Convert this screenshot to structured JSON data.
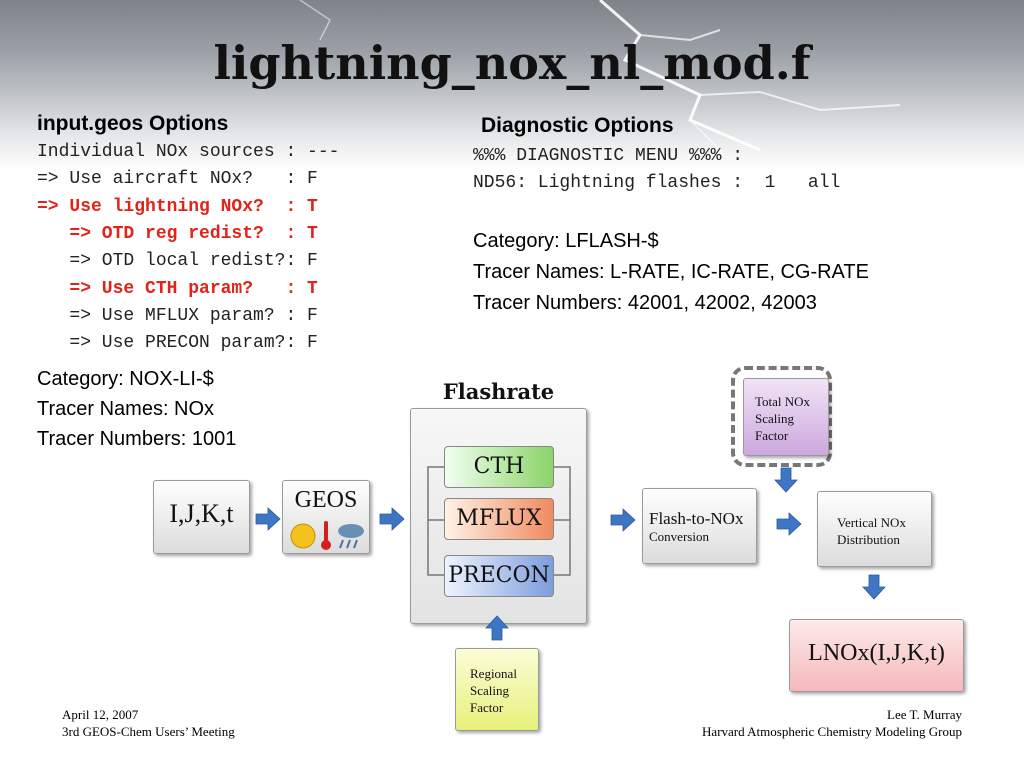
{
  "slide": {
    "title": "lightning_nox_nl_mod.f"
  },
  "input_options": {
    "heading": "input.geos Options",
    "lines": [
      {
        "text": "Individual NOx sources : ---",
        "highlight": false
      },
      {
        "text": "=> Use aircraft NOx?   : F",
        "highlight": false
      },
      {
        "text": "=> Use lightning NOx?  : T",
        "highlight": true
      },
      {
        "text": "   => OTD reg redist?  : T",
        "highlight": true
      },
      {
        "text": "   => OTD local redist?: F",
        "highlight": false
      },
      {
        "text": "   => Use CTH param?   : T",
        "highlight": true
      },
      {
        "text": "   => Use MFLUX param? : F",
        "highlight": false
      },
      {
        "text": "   => Use PRECON param?: F",
        "highlight": false
      }
    ],
    "category": "Category: NOX-LI-$",
    "tracer_names": "Tracer Names: NOx",
    "tracer_numbers": "Tracer Numbers: 1001"
  },
  "diagnostic_options": {
    "heading": "Diagnostic Options",
    "menu_line": "%%% DIAGNOSTIC MENU %%% :",
    "nd56_line": "ND56: Lightning flashes :  1   all",
    "category": "Category: LFLASH-$",
    "tracer_names": "Tracer Names: L-RATE, IC-RATE, CG-RATE",
    "tracer_numbers": "Tracer Numbers: 42001, 42002, 42003"
  },
  "diagram": {
    "ijkt": "I,J,K,t",
    "geos": "GEOS",
    "flashrate": "Flashrate",
    "cth": "CTH",
    "mflux": "MFLUX",
    "precon": "PRECON",
    "regional": [
      "Regional",
      "Scaling",
      "Factor"
    ],
    "total": [
      "Total NOx",
      "Scaling",
      "Factor"
    ],
    "conversion_main": "Flash-to-NOx",
    "conversion_sub": "Conversion",
    "vertical": [
      "Vertical NOx",
      "Distribution"
    ],
    "lnox": "LNOx(I,J,K,t)",
    "arrow_color": "#3f76c4"
  },
  "footer": {
    "date": "April 12, 2007",
    "meeting": "3rd GEOS-Chem Users’ Meeting",
    "author": "Lee T. Murray",
    "group": "Harvard Atmospheric Chemistry Modeling Group"
  }
}
